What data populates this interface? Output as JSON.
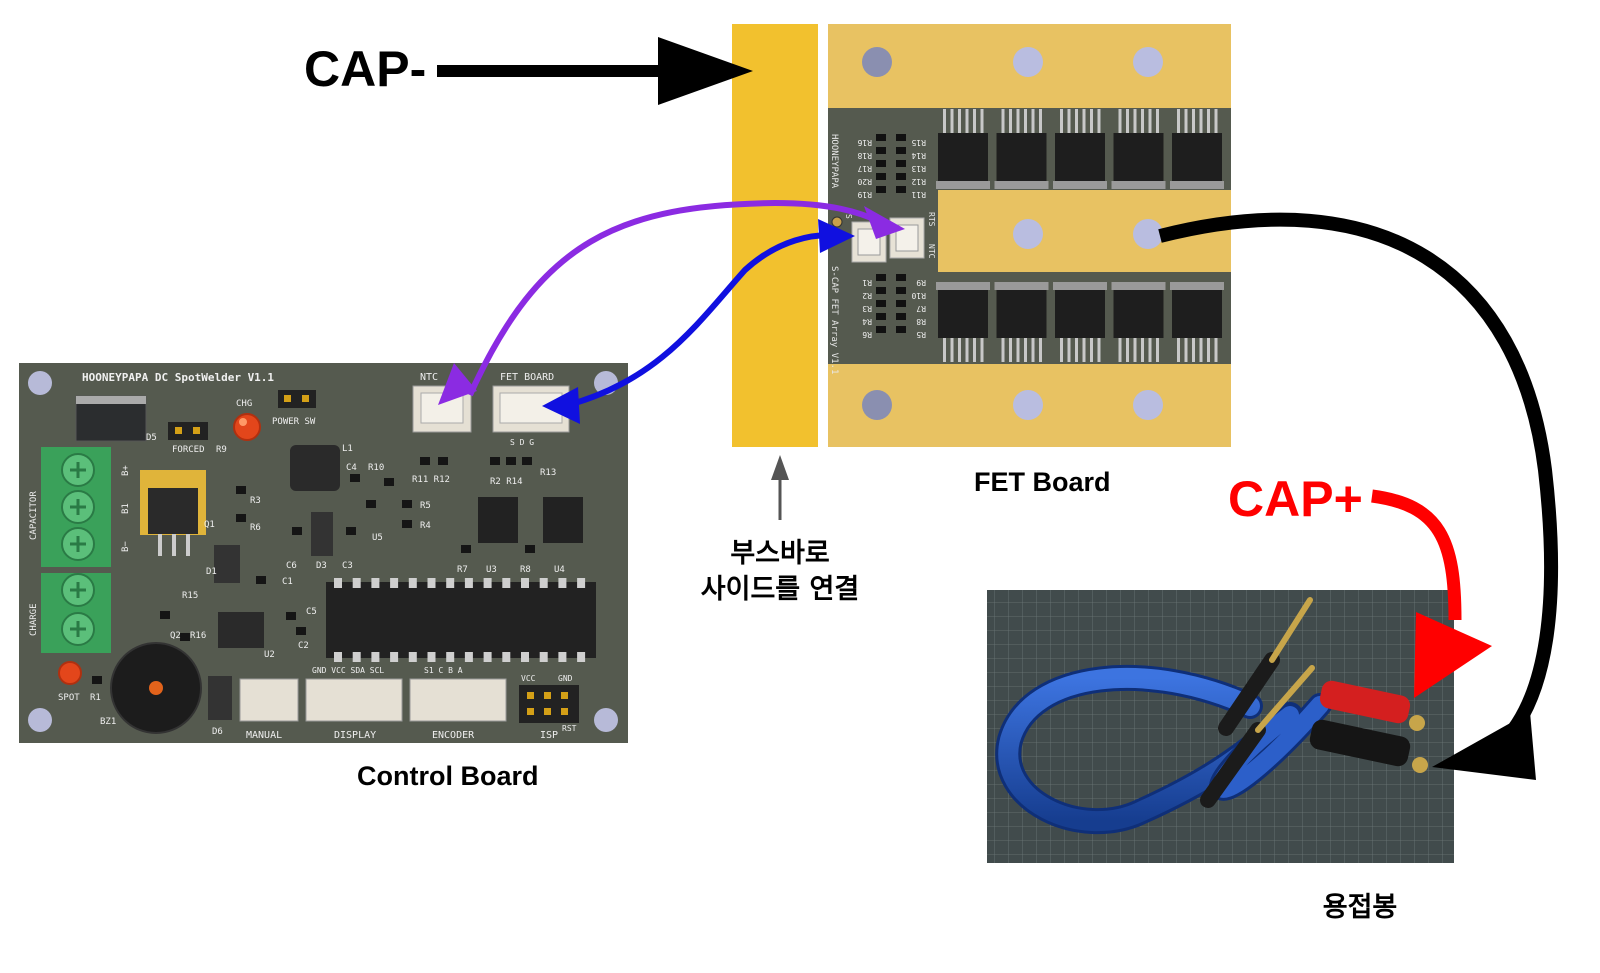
{
  "labels": {
    "cap_minus": "CAP-",
    "cap_plus": "CAP+",
    "fet_board": "FET Board",
    "control_board": "Control Board",
    "busbar_line1": "부스바로",
    "busbar_line2": "사이드를 연결",
    "welding_rod": "용접봉"
  },
  "control_board": {
    "title": "HOONEYPAPA DC SpotWelder V1.1",
    "connectors": {
      "ntc": "NTC",
      "fet_board": "FET BOARD",
      "fet_pins": "S  D  G",
      "manual": "MANUAL",
      "display": "DISPLAY",
      "display_pins": "GND VCC SDA SCL",
      "encoder": "ENCODER",
      "encoder_pins": "S1  C  B  A",
      "isp": "ISP",
      "isp_vcc": "VCC",
      "isp_gnd": "GND",
      "isp_rst": "RST"
    },
    "terminals": {
      "capacitor": "CAPACITOR",
      "charge": "CHARGE",
      "b_plus": "B+",
      "b1": "B1",
      "b_minus": "B−"
    },
    "silk": {
      "chg": "CHG",
      "power_sw": "POWER SW",
      "forced": "FORCED",
      "spot": "SPOT",
      "bz1": "BZ1",
      "d5": "D5",
      "r9": "R9",
      "l1": "L1",
      "c4": "C4",
      "r10": "R10",
      "r11r12": "R11 R12",
      "r2r14": "R2 R14",
      "r13": "R13",
      "r5": "R5",
      "r4": "R4",
      "u5": "U5",
      "r3": "R3",
      "r6": "R6",
      "q1": "Q1",
      "d1": "D1",
      "c6": "C6",
      "d3": "D3",
      "c3": "C3",
      "r7": "R7",
      "u3": "U3",
      "r8": "R8",
      "u4": "U4",
      "c1": "C1",
      "r15": "R15",
      "r16": "R16",
      "q2": "Q2",
      "c5": "C5",
      "c2": "C2",
      "u2": "U2",
      "r1": "R1",
      "d6": "D6"
    }
  },
  "fet_board": {
    "maker": "HOONEYPAPA",
    "name": "S-CAP FET Array V1.1",
    "silk": {
      "rts": "RTS",
      "ntc": "NTC",
      "s": "S",
      "top_left": [
        "R16",
        "R18",
        "R17",
        "R20",
        "R19"
      ],
      "top_right": [
        "R15",
        "R14",
        "R13",
        "R12",
        "R11"
      ],
      "bot_left": [
        "R1",
        "R2",
        "R3",
        "R4",
        "R6"
      ],
      "bot_right": [
        "R9",
        "R10",
        "R7",
        "R8",
        "R5"
      ]
    }
  },
  "colors": {
    "copper": "#e8c060",
    "busbar": "#f2c12e",
    "pcb": "#555a4f",
    "arrow_purple": "#8b2be2",
    "arrow_blue": "#1010e0",
    "arrow_red": "#ff0000",
    "arrow_black": "#000000",
    "cable_blue": "#1d4fb8"
  },
  "icons": [
    "fet-transistor-icon",
    "screw-terminal-icon",
    "buzzer-icon",
    "led-icon",
    "mount-hole-icon"
  ]
}
